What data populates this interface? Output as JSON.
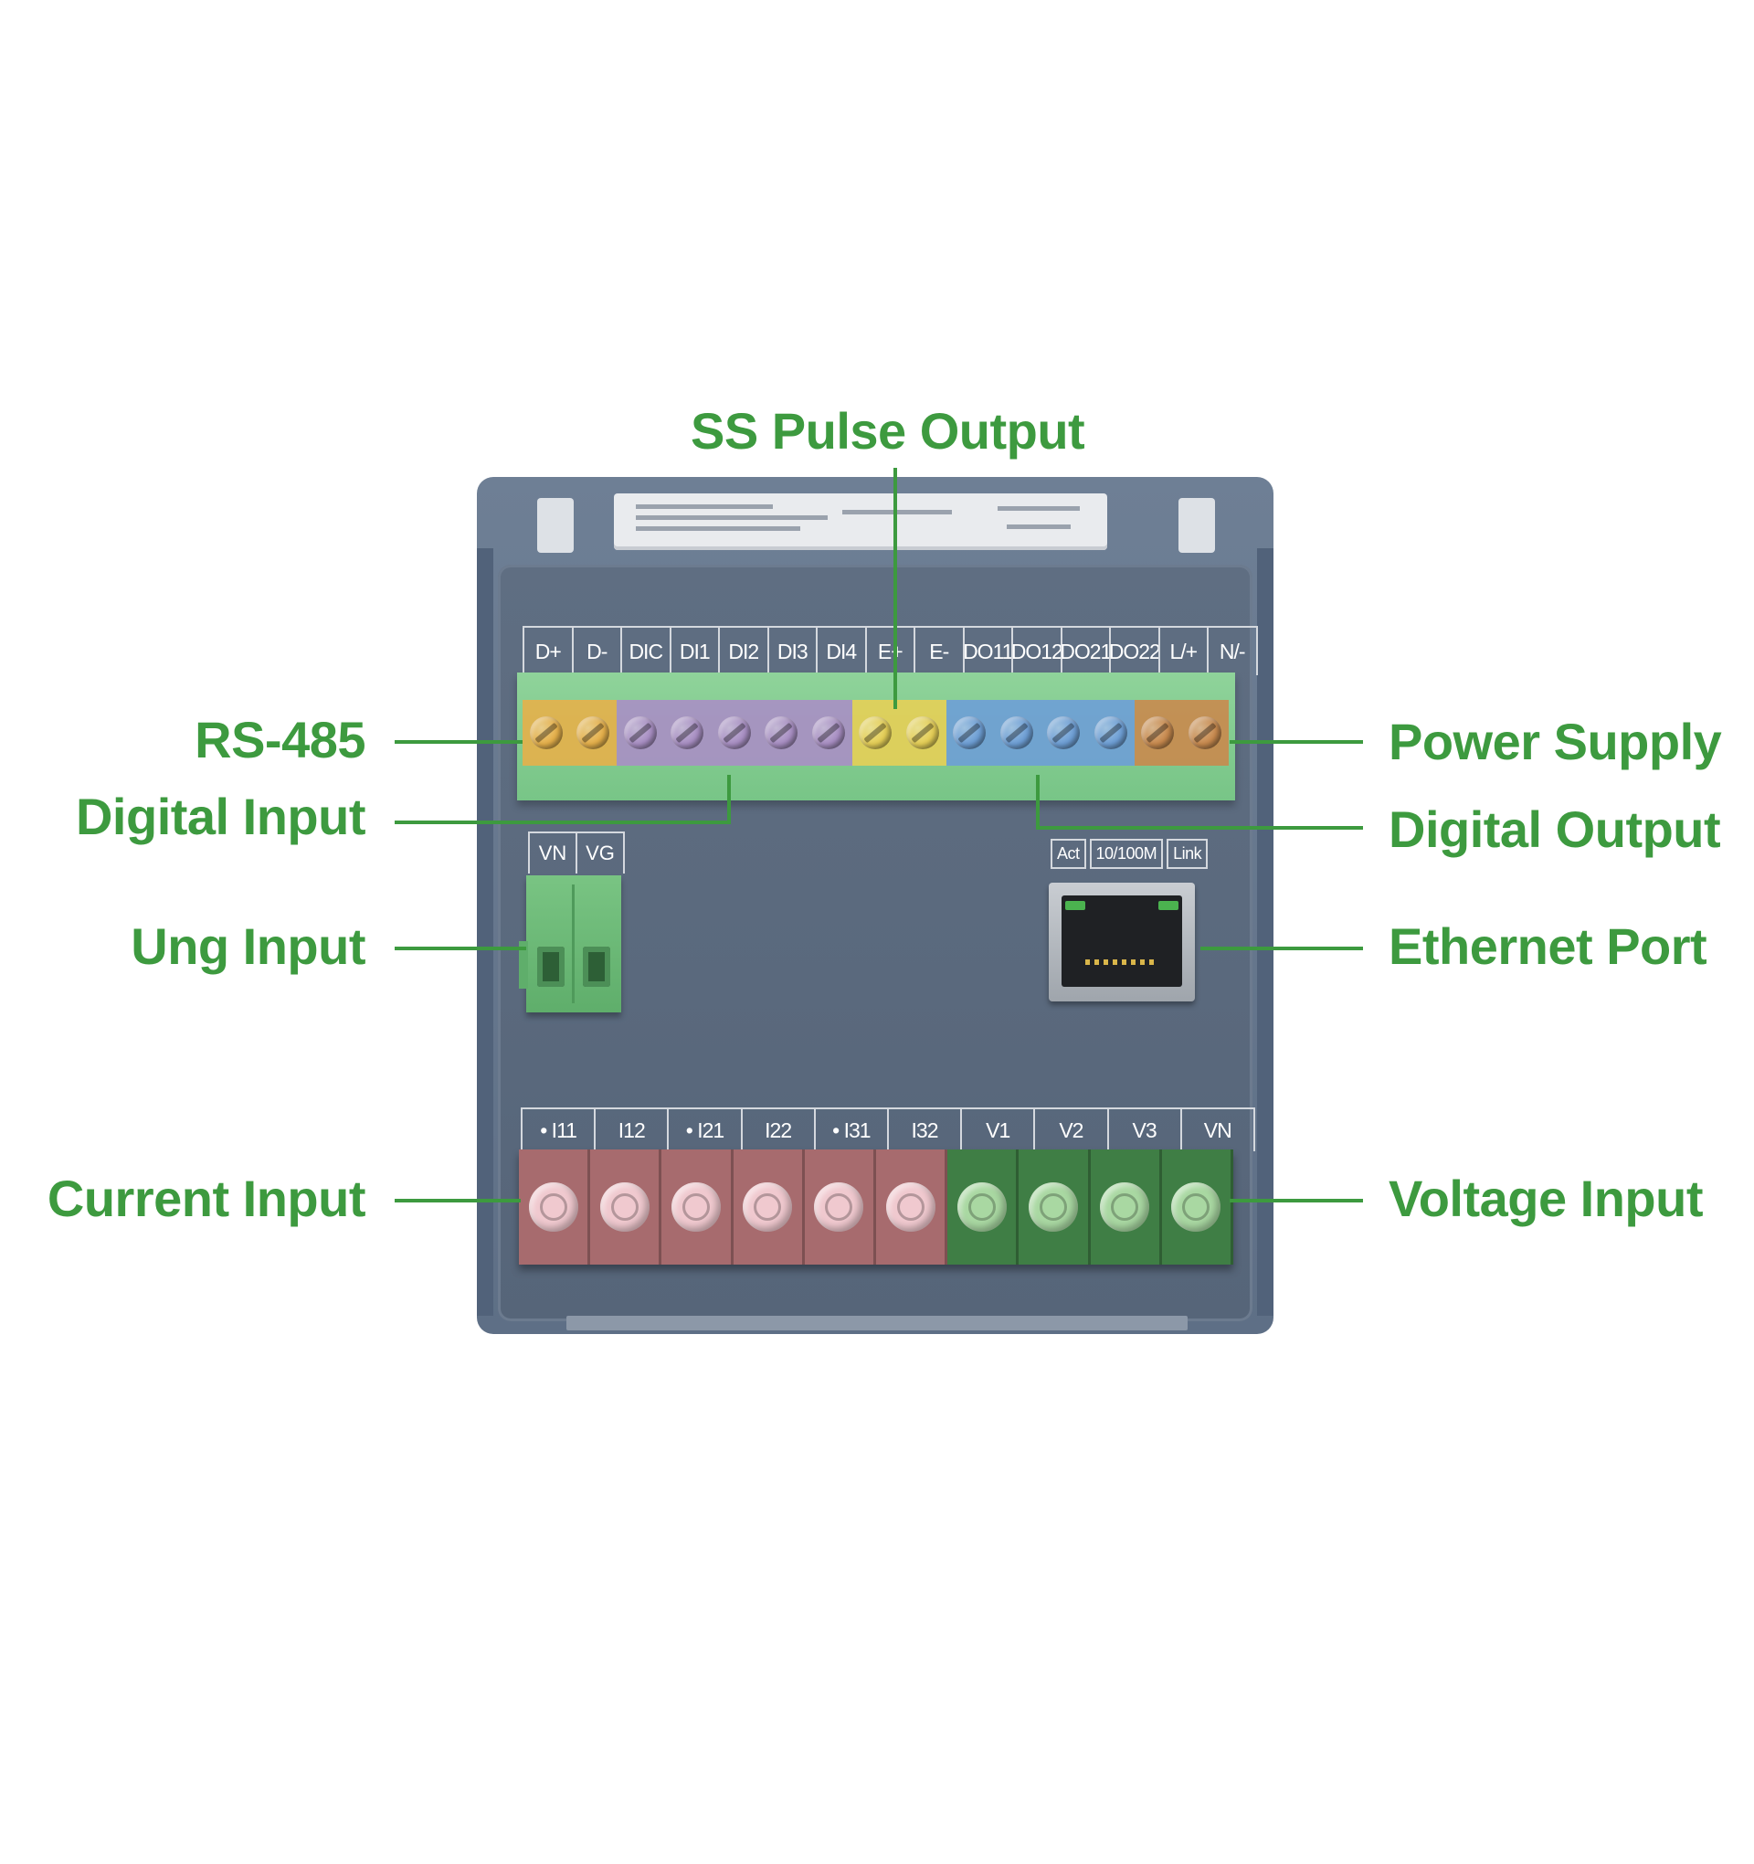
{
  "callouts": {
    "ss_pulse_output": "SS Pulse Output",
    "rs485": "RS-485",
    "digital_input": "Digital Input",
    "ung_input": "Ung Input",
    "current_input": "Current Input",
    "power_supply": "Power Supply",
    "digital_output": "Digital Output",
    "ethernet_port": "Ethernet Port",
    "voltage_input": "Voltage Input"
  },
  "top_terminals": [
    "D+",
    "D-",
    "DIC",
    "DI1",
    "DI2",
    "DI3",
    "DI4",
    "E+",
    "E-",
    "DO11",
    "DO12",
    "DO21",
    "DO22",
    "L/+",
    "N/-"
  ],
  "top_zones": [
    {
      "group": "RS-485",
      "color": "#e6b04a",
      "count": 2
    },
    {
      "group": "Digital Input",
      "color": "#a98fc4",
      "count": 5
    },
    {
      "group": "SS Pulse Output",
      "color": "#e6cf56",
      "count": 2
    },
    {
      "group": "Digital Output",
      "color": "#6e9fd6",
      "count": 4
    },
    {
      "group": "Power Supply",
      "color": "#c98a4e",
      "count": 2
    }
  ],
  "ung_terminals": [
    "VN",
    "VG"
  ],
  "ethernet_labels": [
    "Act",
    "10/100M",
    "Link"
  ],
  "bottom_terminals": [
    "• I11",
    "I12",
    "• I21",
    "I22",
    "• I31",
    "I32",
    "V1",
    "V2",
    "V3",
    "VN"
  ],
  "bottom_colors": {
    "current": "#a76b6e",
    "current_screw": "#f0c9cf",
    "voltage": "#3f7e45",
    "voltage_screw": "#a9d8a2"
  },
  "accent": "#3d9a3f"
}
